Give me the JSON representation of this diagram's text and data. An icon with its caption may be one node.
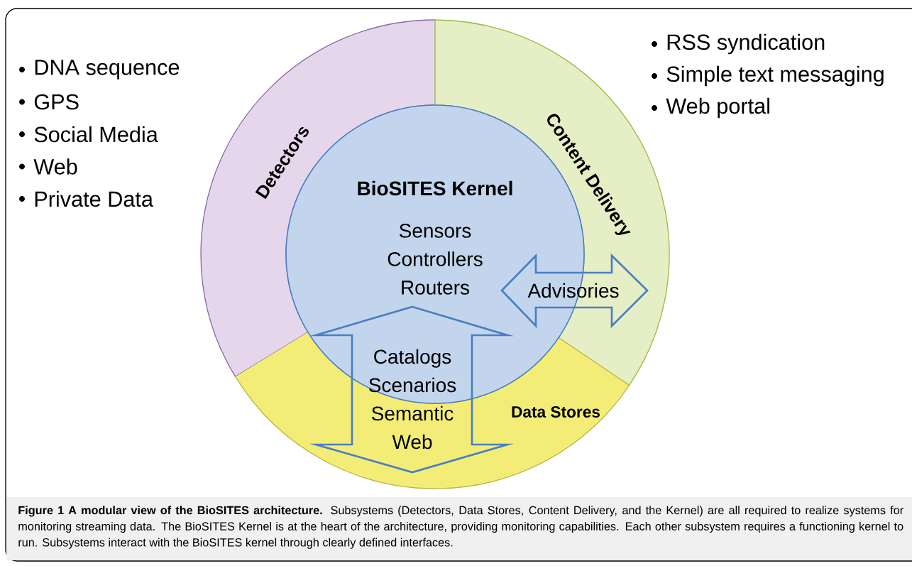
{
  "diagram": {
    "caption": "**Figure 1 A modular view of the BioSITES architecture.** Subsystems (Detectors, Data Stores, Content Delivery, and the Kernel) are all required to realize systems for monitoring streaming data. The BioSITES Kernel is at the heart of the architecture, providing monitoring capabilities. Each other subsystem requires a functioning kernel to run. Subsystems interact with the BioSITES kernel through clearly defined interfaces.",
    "nodes": [
      {
        "text": [
          "Detectors"
        ]
      },
      {
        "text": [
          "Content Delivery"
        ]
      },
      {
        "text": [
          "BioSITES Kernel",
          "Sensors Controllers Routers"
        ]
      },
      {
        "text": [
          "Data Stores"
        ]
      },
      {
        "text": [
          "Advisories"
        ]
      },
      {
        "text": [
          "Catalogs Scenarios Semantic Web"
        ]
      }
    ],
    "labels": [
      "RSS syndication",
      "Simple text messaging",
      "Web portal",
      "DNA sequence",
      "GPS",
      "Social Media",
      "Web",
      "Private Data"
    ]
  }
}
